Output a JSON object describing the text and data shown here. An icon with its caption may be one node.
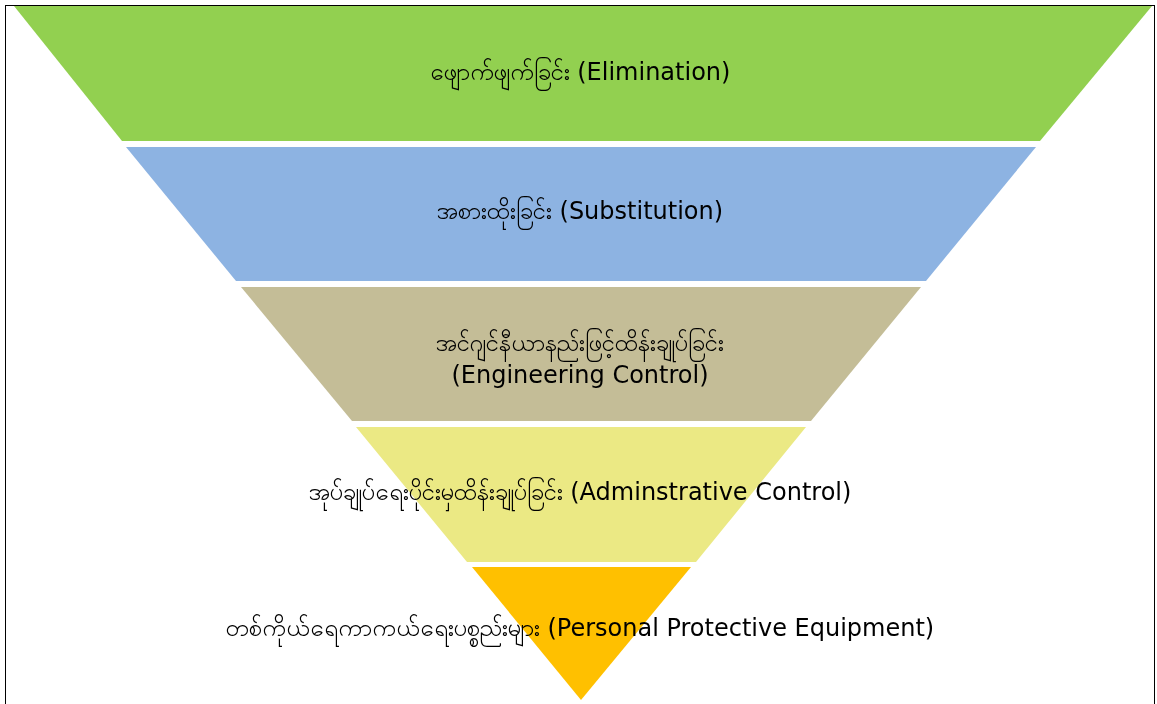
{
  "diagram": {
    "nodes": [
      {
        "text": [
          "ဖျောက်ဖျက်ခြင်း (Elimination)"
        ]
      },
      {
        "text": [
          "အစားထိုးခြင်း (Substitution)"
        ]
      },
      {
        "text": [
          "အင်ဂျင်နီယာနည်းဖြင့်ထိန်းချုပ်ခြင်း (Engineering Control)"
        ]
      },
      {
        "text": [
          "အုပ်ချုပ်ရေးပိုင်းမှထိန်းချုပ်ခြင်း (Adminstrative Control)"
        ]
      },
      {
        "text": [
          "တစ်ကိုယ်ရေကာကယ်ရေးပစ္စည်းများ (Personal Protective Equipment)"
        ]
      }
    ]
  }
}
